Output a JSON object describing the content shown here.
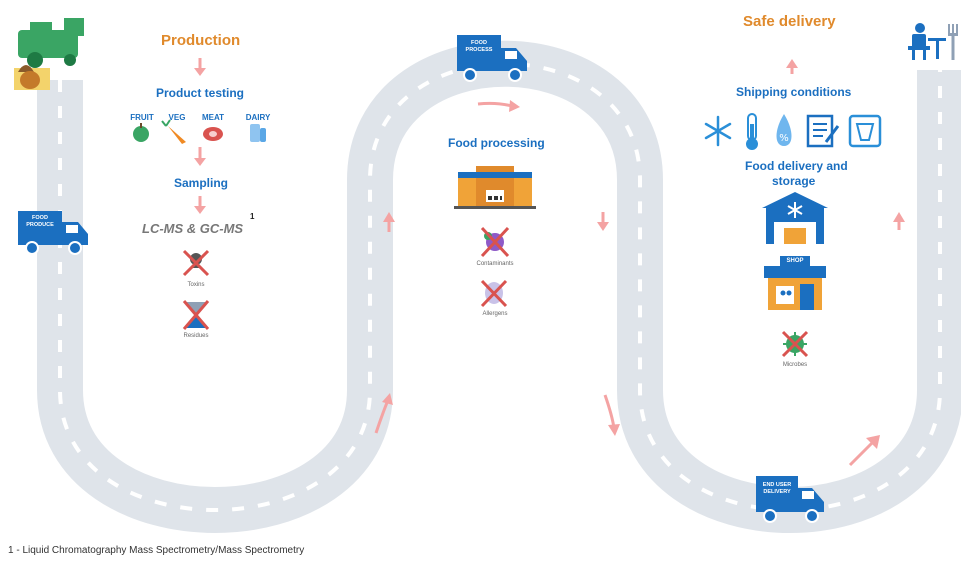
{
  "stages": {
    "production": "Production",
    "product_testing": "Product testing",
    "sampling": "Sampling",
    "method": "LC-MS & GC-MS",
    "method_footnote": "1",
    "food_processing": "Food processing",
    "shipping_conditions": "Shipping conditions",
    "food_delivery_storage_line1": "Food delivery and",
    "food_delivery_storage_line2": "storage",
    "safe_delivery": "Safe delivery"
  },
  "categories": [
    "FRUIT",
    "VEG",
    "MEAT",
    "DAIRY"
  ],
  "hazards": {
    "toxins": "Toxins",
    "residues": "Residues",
    "contaminants": "Contaminants",
    "allergens": "Allergens",
    "microbes": "Microbes"
  },
  "trucks": {
    "food_produce_line1": "FOOD",
    "food_produce_line2": "PRODUCE",
    "food_process_line1": "FOOD",
    "food_process_line2": "PROCESS",
    "end_user_line1": "END USER",
    "end_user_line2": "DELIVERY"
  },
  "shop_sign": "SHOP",
  "footnote": "1 - Liquid Chromatography Mass Spectrometry/Mass Spectrometry",
  "colors": {
    "road": "#dfe4ea",
    "dash": "#ffffff",
    "heading_blue": "#1b6fc0",
    "heading_orange": "#e08a2c",
    "arrow_pink": "#f4a3a3",
    "truck_blue": "#1b6fc0",
    "harvester_green": "#3aa564"
  }
}
